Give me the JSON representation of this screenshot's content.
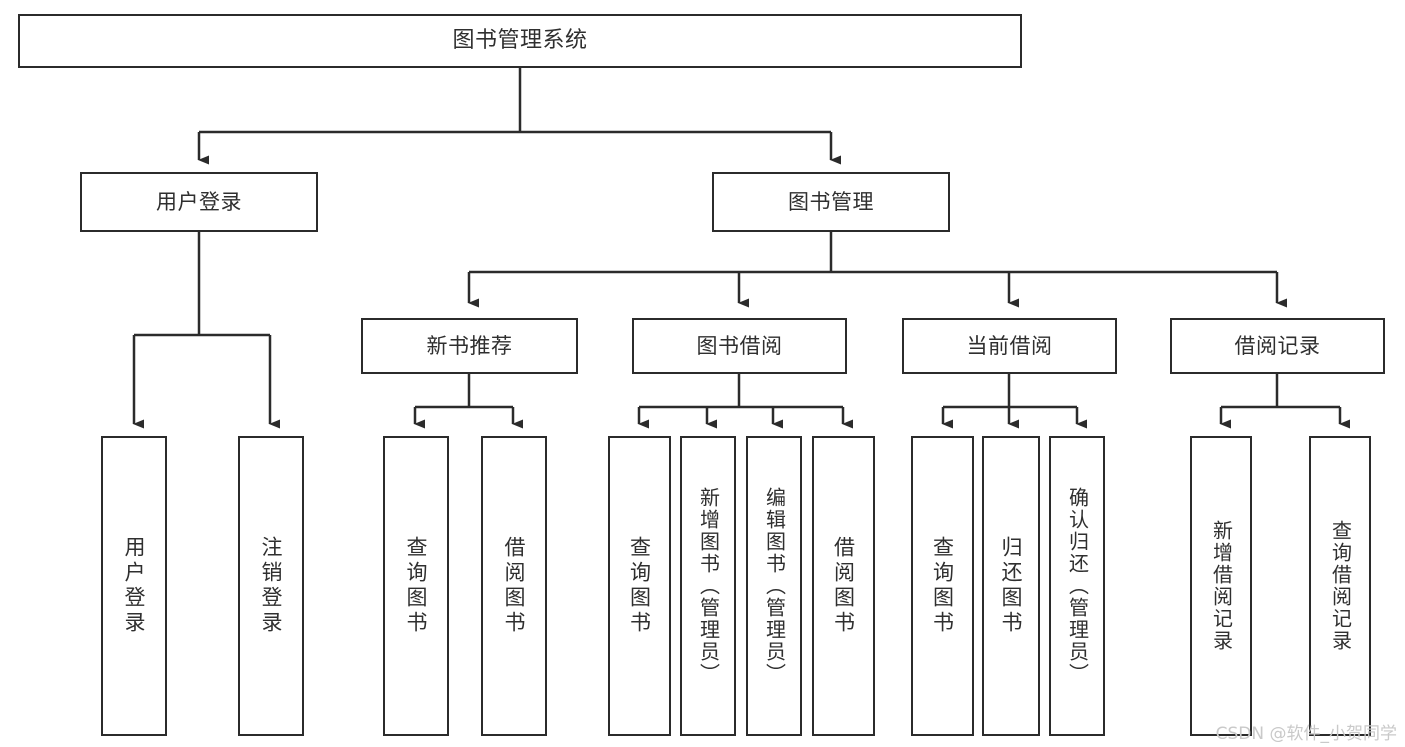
{
  "diagram": {
    "type": "tree",
    "title": "图书管理系统",
    "watermark": "CSDN @软件_小贺同学",
    "colors": {
      "stroke": "#2b2b2b",
      "text": "#2f2f2f",
      "background": "#ffffff",
      "watermark": "#c9c9c9"
    },
    "nodes": {
      "root": {
        "label": "图书管理系统"
      },
      "level2": [
        {
          "label": "用户登录"
        },
        {
          "label": "图书管理"
        }
      ],
      "level3": [
        {
          "label": "新书推荐"
        },
        {
          "label": "图书借阅"
        },
        {
          "label": "当前借阅"
        },
        {
          "label": "借阅记录"
        }
      ],
      "leaves": [
        {
          "label": "用户登录"
        },
        {
          "label": "注销登录"
        },
        {
          "label": "查询图书"
        },
        {
          "label": "借阅图书"
        },
        {
          "label": "查询图书"
        },
        {
          "label": "新增图书（管理员）"
        },
        {
          "label": "编辑图书（管理员）"
        },
        {
          "label": "借阅图书"
        },
        {
          "label": "查询图书"
        },
        {
          "label": "归还图书"
        },
        {
          "label": "确认归还（管理员）"
        },
        {
          "label": "新增借阅记录"
        },
        {
          "label": "查询借阅记录"
        }
      ]
    }
  }
}
